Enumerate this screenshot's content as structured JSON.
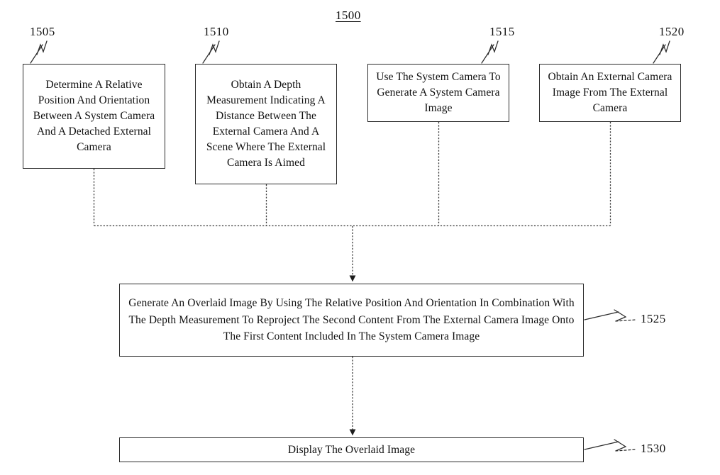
{
  "figure": {
    "number": "1500",
    "accent_color": "#2b2b2b",
    "background_color": "#ffffff"
  },
  "boxes": [
    {
      "ref": "1505",
      "text": "Determine A Relative Position And Orientation Between A System Camera And A Detached External Camera"
    },
    {
      "ref": "1510",
      "text": "Obtain A Depth Measurement Indicating A Distance Between The External Camera And A Scene Where The External Camera Is Aimed"
    },
    {
      "ref": "1515",
      "text": "Use The System Camera To Generate A System Camera Image"
    },
    {
      "ref": "1520",
      "text": "Obtain An External Camera Image From The External Camera"
    },
    {
      "ref": "1525",
      "text": "Generate An Overlaid Image By Using The Relative Position And Orientation In Combination With The Depth Measurement To Reproject The Second Content From The External Camera Image Onto The First Content Included In The System Camera Image"
    },
    {
      "ref": "1530",
      "text": "Display The Overlaid Image"
    }
  ]
}
